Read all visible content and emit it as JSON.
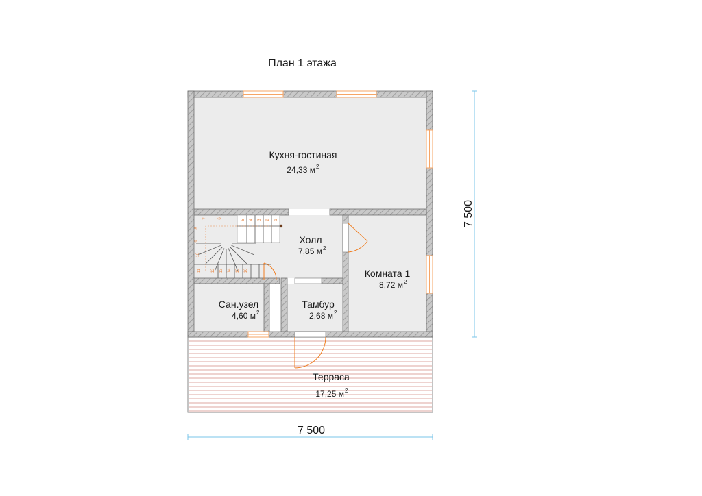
{
  "title": "План 1 этажа",
  "colors": {
    "wall_fill": "#c8c8c8",
    "floor": "#ececec",
    "accent": "#f07d20",
    "window": "#f6a566",
    "dimension": "#7ac4ea"
  },
  "dimensions": {
    "width": "7 500",
    "height": "7 500"
  },
  "rooms": [
    {
      "name": "Кухня-гостиная",
      "area": "24,33 м",
      "unit_sup": "2"
    },
    {
      "name": "Холл",
      "area": "7,85 м",
      "unit_sup": "2"
    },
    {
      "name": "Комната 1",
      "area": "8,72 м",
      "unit_sup": "2"
    },
    {
      "name": "Сан.узел",
      "area": "4,60 м",
      "unit_sup": "2"
    },
    {
      "name": "Тамбур",
      "area": "2,68 м",
      "unit_sup": "2"
    },
    {
      "name": "Терраса",
      "area": "17,25 м",
      "unit_sup": "2"
    }
  ],
  "stair_steps": [
    "1",
    "2",
    "3",
    "4",
    "5",
    "6",
    "7",
    "8",
    "9",
    "10",
    "11",
    "12",
    "13",
    "14",
    "15",
    "16"
  ]
}
